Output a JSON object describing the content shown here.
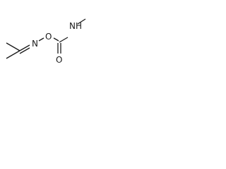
{
  "molecule": {
    "atoms": {
      "nitrogen_oxime": "N",
      "oxygen_ester": "O",
      "oxygen_carbonyl": "O",
      "amine": "NH"
    }
  }
}
